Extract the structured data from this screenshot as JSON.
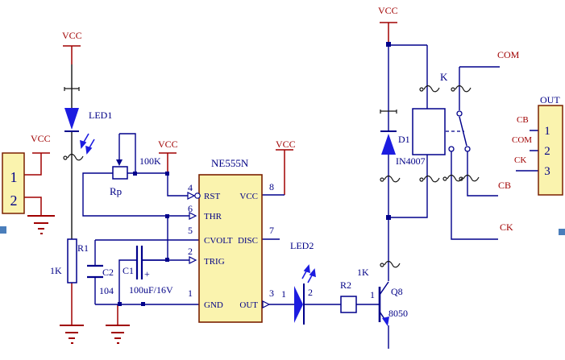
{
  "colors": {
    "wire_blue": "#00008B",
    "power_red": "#A00000",
    "component_fill": "#FAF3AE",
    "component_border": "#7A2000",
    "led_blue": "#1C1CE0",
    "handle_blue": "#4A7EBB"
  },
  "power": {
    "vcc": "VCC"
  },
  "input_connector": {
    "pin1": "1",
    "pin2": "2"
  },
  "led1": {
    "ref": "LED1"
  },
  "r1": {
    "ref": "R1",
    "value": "1K"
  },
  "rp": {
    "ref": "Rp",
    "value": "100K"
  },
  "c2": {
    "ref": "C2",
    "value": "104"
  },
  "c1": {
    "ref": "C1",
    "value": "100uF/16V",
    "plus": "+"
  },
  "timer": {
    "title": "NE555N",
    "pins_left": [
      {
        "num": "4",
        "name": "RST"
      },
      {
        "num": "6",
        "name": "THR"
      },
      {
        "num": "5",
        "name": "CVOLT"
      },
      {
        "num": "2",
        "name": "TRIG"
      },
      {
        "num": "1",
        "name": "GND"
      }
    ],
    "pins_right": [
      {
        "num": "8",
        "name": "VCC"
      },
      {
        "num": "7",
        "name": "DISC"
      },
      {
        "num": "3",
        "name": "OUT"
      }
    ]
  },
  "led2": {
    "ref": "LED2",
    "pin1": "1",
    "pin2": "2"
  },
  "r2": {
    "ref": "R2",
    "value": "1K",
    "pin": "1"
  },
  "q8": {
    "ref": "Q8",
    "value": "8050"
  },
  "d1": {
    "ref": "D1",
    "value": "IN4007"
  },
  "relay": {
    "ref": "K",
    "com": "COM",
    "cb": "CB",
    "ck": "CK"
  },
  "output_connector": {
    "title": "OUT",
    "net_cb": "CB",
    "net_com": "COM",
    "net_ck": "CK",
    "pin1": "1",
    "pin2": "2",
    "pin3": "3"
  }
}
